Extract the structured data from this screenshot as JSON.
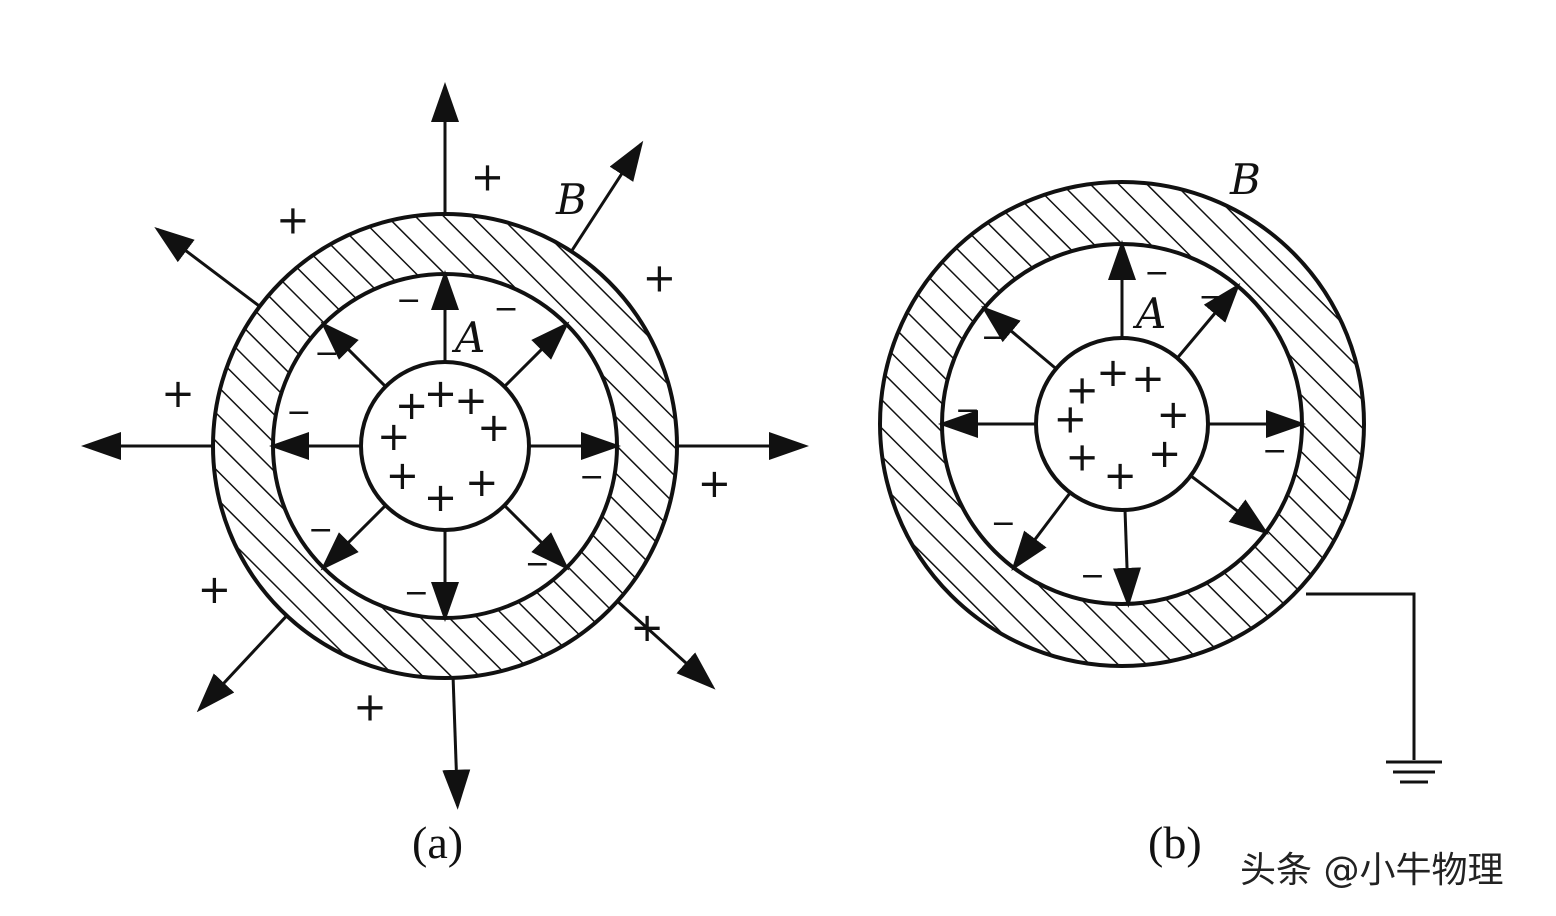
{
  "figures": [
    {
      "id": "a",
      "caption": "(a)",
      "inner_label": "A",
      "outer_label": "B",
      "inner_charge": "+",
      "shell_inner_charge": "−",
      "shell_outer_charge": "+",
      "grounded": false
    },
    {
      "id": "b",
      "caption": "(b)",
      "inner_label": "A",
      "outer_label": "B",
      "inner_charge": "+",
      "shell_inner_charge": "−",
      "shell_outer_charge": "",
      "grounded": true
    }
  ],
  "watermark": "头条 @小牛物理",
  "colors": {
    "ink": "#111111",
    "paper": "#ffffff"
  }
}
